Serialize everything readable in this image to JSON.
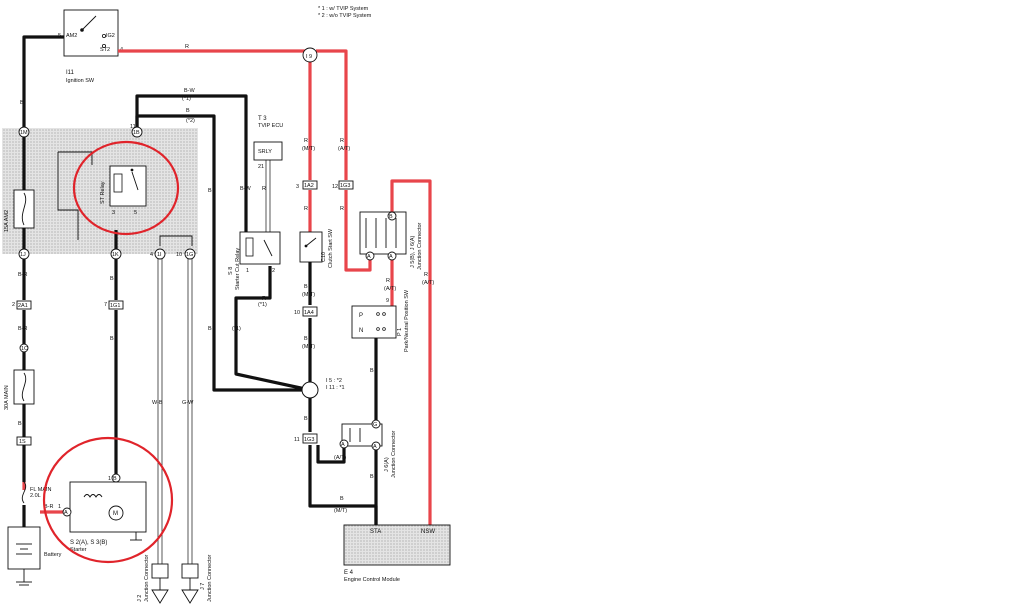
{
  "notes": [
    "* 1 : w/ TVIP System",
    "* 2 : w/o TVIP System"
  ],
  "components": {
    "ignition_sw": {
      "ref": "I11",
      "name": "Ignition SW",
      "pins": [
        "AM2",
        "IG2",
        "ST2"
      ],
      "pin_nums": [
        "5",
        "4"
      ]
    },
    "tvip_ecu": {
      "ref": "T 3",
      "name": "TVIP ECU",
      "pin_label": "SRLY",
      "pin_num": "21"
    },
    "st_relay": {
      "name": "ST Relay"
    },
    "fuse_am2": {
      "name": "15A AM2"
    },
    "fuse_main": {
      "name": "30A MAIN"
    },
    "fl_main": {
      "name": "FL MAIN",
      "sub": "2.0L"
    },
    "battery": {
      "name": "Battery"
    },
    "starter": {
      "ref": "S 2(A), S 3(B)",
      "name": "Starter"
    },
    "starter_cut_relay": {
      "ref": "S 8",
      "name": "Starter Cut Relay"
    },
    "clutch_start_sw": {
      "ref": "C10",
      "name": "Clutch Start SW"
    },
    "jc_upper": {
      "ref": "J 5(B), J 6(A)",
      "name": "Junction Connector"
    },
    "park_neutral_sw": {
      "ref": "P 1",
      "name": "Park/Neutral Position SW",
      "pins": [
        "P",
        "N"
      ]
    },
    "jc_lower": {
      "ref": "J 6(A)",
      "name": "Junction Connector"
    },
    "ecm": {
      "ref": "E 4",
      "name": "Engine Control Module",
      "pins": [
        "STA",
        "NSW"
      ]
    },
    "jc_j2": {
      "ref": "J 2",
      "name": "Junction Connector"
    },
    "jc_j7": {
      "ref": "J 7",
      "name": "Junction Connector"
    }
  },
  "connectors": {
    "i9": "I 9",
    "1a2": "1A2",
    "1g3": "1G3",
    "1a4": "1A4",
    "1g1": "1G1",
    "2a1": "2A1",
    "1m": "1M",
    "1b": "1B",
    "1k": "1K",
    "1i": "1I",
    "ij": "1J",
    "1c": "1C",
    "1s": "1S",
    "1g": "1G"
  },
  "pin_numbers": {
    "p8": "8",
    "p3": "3",
    "p12": "12",
    "p2a": "2",
    "p7": "7",
    "p4": "4",
    "p10": "10",
    "p11a": "11",
    "p11b": "11",
    "p1": "1",
    "p2b": "2",
    "p3b": "3",
    "p5": "5",
    "p9": "9",
    "p6": "6",
    "p1b": "1",
    "p3c": "3",
    "p5b": "5",
    "p2c": "2",
    "pc": "C",
    "pa": "A",
    "pb": "B",
    "pg": "G",
    "pa2": "A",
    "pa3": "A",
    "pa4": "A",
    "pa5": "A",
    "pb2": "B"
  },
  "wires": {
    "b": "B",
    "r": "R",
    "bw": "B-W",
    "br": "B-R",
    "wb": "W-B",
    "gw": "G-W",
    "bw1": "(*1)",
    "b2": "(*2)",
    "mt": "(M/T)",
    "at": "(A/T)",
    "junction_note": [
      "I 5 : *2",
      "I 11 : *1"
    ]
  },
  "highlight_color": "#e0242b",
  "wire_red": "#e8454b"
}
